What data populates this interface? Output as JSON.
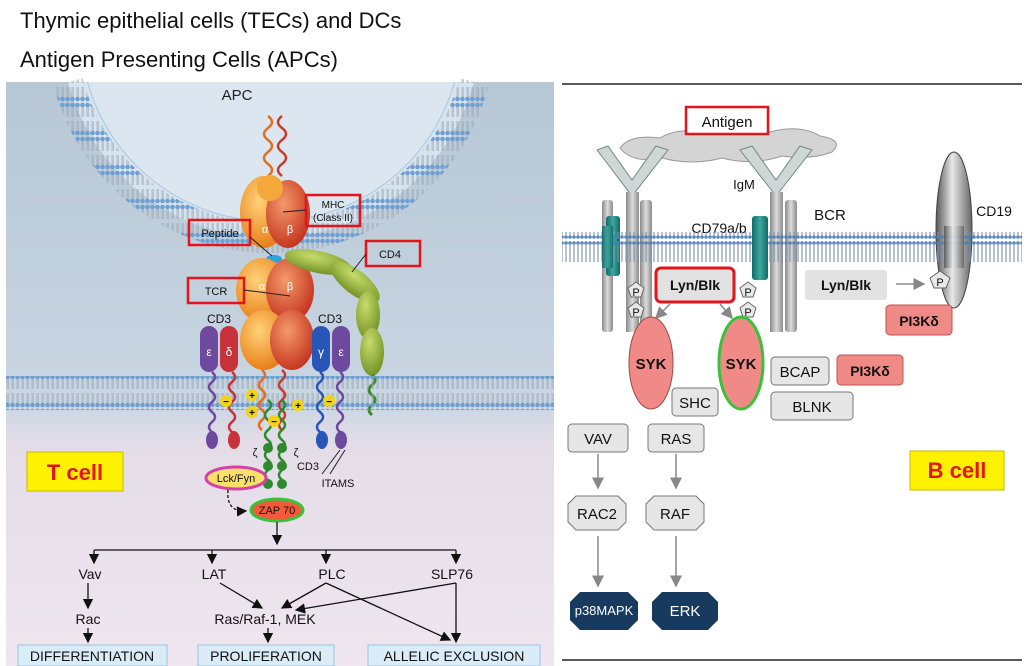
{
  "headings": {
    "line1": "Thymic epithelial cells (TECs) and DCs",
    "line2": "Antigen Presenting Cells (APCs)"
  },
  "tcell": {
    "apc": "APC",
    "mhc_line1": "MHC",
    "mhc_line2": "(Class II)",
    "peptide": "Peptide",
    "cd4": "CD4",
    "tcr": "TCR",
    "alpha": "α",
    "beta": "β",
    "cd3_left": "CD3",
    "cd3_right": "CD3",
    "epsilon": "ε",
    "delta": "δ",
    "gamma": "γ",
    "zeta": "ζ",
    "cd3_lower": "CD3",
    "itams": "ITAMS",
    "lck": "Lck/Fyn",
    "zap": "ZAP 70",
    "label": "T cell",
    "vav": "Vav",
    "lat": "LAT",
    "plc": "PLC",
    "slp76": "SLP76",
    "rac": "Rac",
    "ras": "Ras/Raf-1, MEK",
    "out_diff": "DIFFERENTIATION",
    "out_prolif": "PROLIFERATION",
    "out_allelic": "ALLELIC EXCLUSION"
  },
  "bcell": {
    "antigen": "Antigen",
    "igm": "IgM",
    "cd79": "CD79a/b",
    "bcr": "BCR",
    "cd19": "CD19",
    "lyn1": "Lyn/Blk",
    "lyn2": "Lyn/Blk",
    "p": "P",
    "pi3k1": "PI3Kδ",
    "pi3k2": "PI3Kδ",
    "syk1": "SYK",
    "syk2": "SYK",
    "bcap": "BCAP",
    "shc": "SHC",
    "blnk": "BLNK",
    "vav": "VAV",
    "ras": "RAS",
    "rac2": "RAC2",
    "raf": "RAF",
    "p38": "p38MAPK",
    "erk": "ERK",
    "label": "B cell"
  },
  "colors": {
    "highlight_red": "#e4141b",
    "label_bg": "#fff200",
    "label_text": "#e4141b",
    "syk_fill": "#f08a86",
    "pi3k_fill": "#f08a86",
    "kinase_fill": "#173a5e",
    "membrane_blue": "#8fb4d8"
  }
}
